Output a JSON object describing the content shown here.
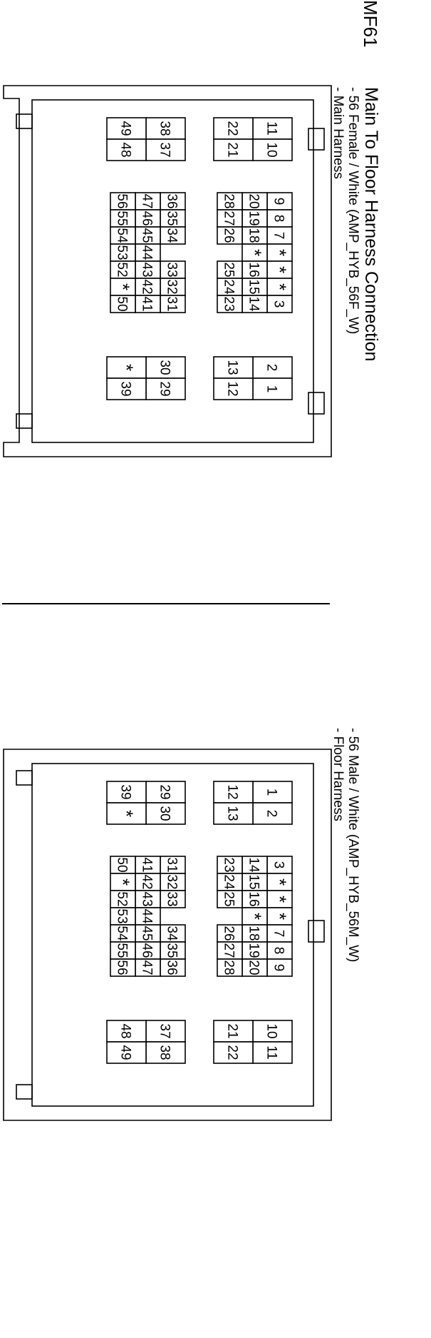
{
  "header": {
    "connector_id": "MF61",
    "title": "Main To Floor Harness Connection"
  },
  "connectors": [
    {
      "spec": "- 56 Female / White (AMP_HYB_56F_W)",
      "harness": "- Main Harness",
      "pins": {
        "top_left": [
          [
            "11",
            "10"
          ],
          [
            "22",
            "21"
          ]
        ],
        "top_mid": [
          [
            "9",
            "8",
            "7",
            "*",
            "*",
            "*",
            "3"
          ],
          [
            "20",
            "19",
            "18",
            "*",
            "16",
            "15",
            "14"
          ],
          [
            "28",
            "27",
            "26",
            "",
            "25",
            "24",
            "23"
          ]
        ],
        "top_right": [
          [
            "2",
            "1"
          ],
          [
            "13",
            "12"
          ]
        ],
        "bot_left": [
          [
            "38",
            "37"
          ],
          [
            "49",
            "48"
          ]
        ],
        "bot_mid": [
          [
            "36",
            "35",
            "34",
            "",
            "33",
            "32",
            "31"
          ],
          [
            "47",
            "46",
            "45",
            "44",
            "43",
            "42",
            "41"
          ],
          [
            "56",
            "55",
            "54",
            "53",
            "52",
            "*",
            "50"
          ]
        ],
        "bot_right": [
          [
            "30",
            "29"
          ],
          [
            "*",
            "39"
          ]
        ]
      }
    },
    {
      "spec": "- 56 Male / White (AMP_HYB_56M_W)",
      "harness": "- Floor Harness",
      "pins": {
        "top_left": [
          [
            "1",
            "2"
          ],
          [
            "12",
            "13"
          ]
        ],
        "top_mid": [
          [
            "3",
            "*",
            "*",
            "*",
            "7",
            "8",
            "9"
          ],
          [
            "14",
            "15",
            "16",
            "*",
            "18",
            "19",
            "20"
          ],
          [
            "23",
            "24",
            "25",
            "",
            "26",
            "27",
            "28"
          ]
        ],
        "top_right": [
          [
            "10",
            "11"
          ],
          [
            "21",
            "22"
          ]
        ],
        "bot_left": [
          [
            "29",
            "30"
          ],
          [
            "39",
            "*"
          ]
        ],
        "bot_mid": [
          [
            "31",
            "32",
            "33",
            "",
            "34",
            "35",
            "36"
          ],
          [
            "41",
            "42",
            "43",
            "44",
            "45",
            "46",
            "47"
          ],
          [
            "50",
            "*",
            "52",
            "53",
            "54",
            "55",
            "56"
          ]
        ],
        "bot_right": [
          [
            "37",
            "38"
          ],
          [
            "48",
            "49"
          ]
        ]
      }
    }
  ]
}
